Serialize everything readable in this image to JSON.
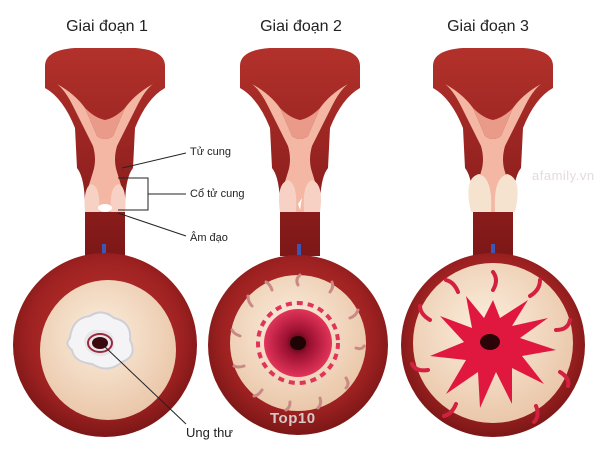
{
  "stages": [
    {
      "title": "Giai đoạn 1"
    },
    {
      "title": "Giai đoạn 2"
    },
    {
      "title": "Giai đoạn 3"
    }
  ],
  "labels": {
    "uterus": "Tử cung",
    "cervix": "Cổ tử cung",
    "vagina": "Âm đạo",
    "cancer": "Ung thư"
  },
  "watermarks": {
    "afamily": "afamily.vn",
    "top10": "Top10"
  },
  "colors": {
    "outer_red": "#8e1b1b",
    "inner_pink": "#f2b9a6",
    "tissue": "#f3d9c1",
    "tumor": "#d8214a",
    "arrow": "#3b56b5"
  }
}
